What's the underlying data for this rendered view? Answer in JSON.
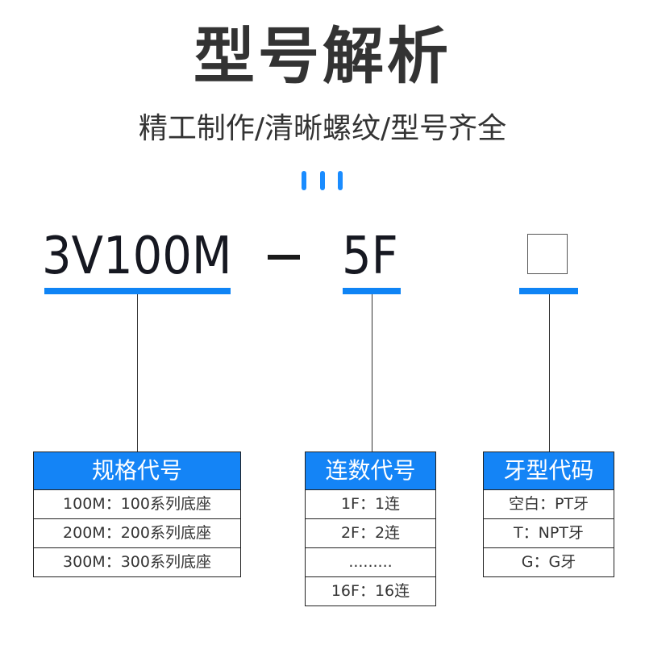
{
  "title": "型号解析",
  "subtitle": "精工制作/清晰螺纹/型号齐全",
  "accent_color": "#1484f6",
  "model_code": {
    "part1": "3V100M",
    "separator": "-",
    "part2": "5F",
    "part3_placeholder": "empty-box"
  },
  "tables": [
    {
      "header": "规格代号",
      "rows": [
        "100M：100系列底座",
        "200M：200系列底座",
        "300M：300系列底座"
      ]
    },
    {
      "header": "连数代号",
      "rows": [
        "1F：1连",
        "2F：2连",
        ".........",
        "16F：16连"
      ]
    },
    {
      "header": "牙型代码",
      "rows": [
        "空白：PT牙",
        "T：NPT牙",
        "G：G牙"
      ]
    }
  ]
}
